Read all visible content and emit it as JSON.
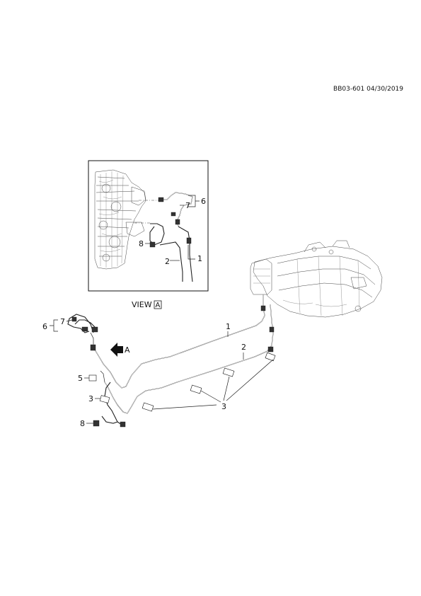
{
  "document_ref": "BB03-601 04/30/2019",
  "view_caption": {
    "text": "VIEW",
    "boxed_letter": "A"
  },
  "arrow_label": "A",
  "callouts": {
    "inset_6": "6",
    "inset_7": "7",
    "inset_1": "1",
    "inset_2": "2",
    "inset_8": "8",
    "main_1": "1",
    "main_2": "2",
    "main_3_right": "3",
    "main_3_left": "3",
    "main_5": "5",
    "main_6": "6",
    "main_7": "7",
    "main_8": "8"
  },
  "icons": [
    "view-direction-arrow-icon",
    "engine-illustration",
    "fuel-tank-illustration"
  ]
}
